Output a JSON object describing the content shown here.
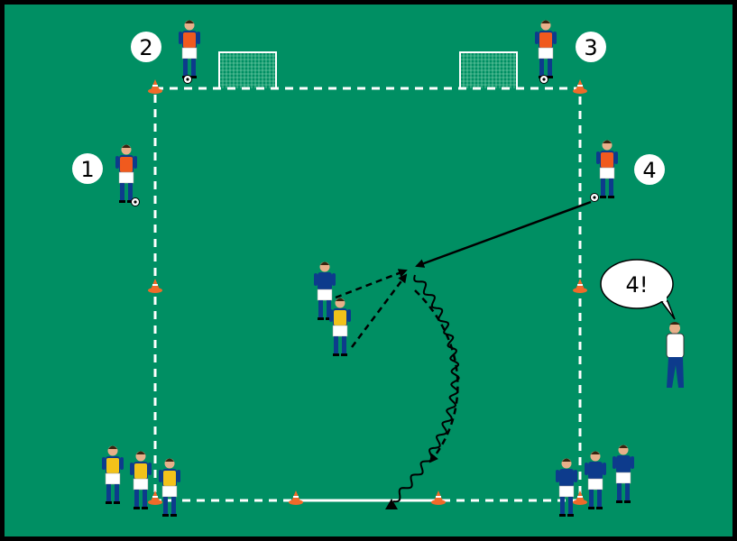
{
  "colors": {
    "pitch": "#008f63",
    "border": "#000000",
    "orange_bib": "#f05a1e",
    "yellow_bib": "#f2c21a",
    "kit_blue": "#0d3b8c",
    "cone": "#f06a2a"
  },
  "labels": {
    "one": "1",
    "two": "2",
    "three": "3",
    "four": "4"
  },
  "coach_call": "4!",
  "players": [
    {
      "role": "server-2",
      "bib": "orange"
    },
    {
      "role": "server-3",
      "bib": "orange"
    },
    {
      "role": "server-1",
      "bib": "orange"
    },
    {
      "role": "server-4",
      "bib": "orange"
    },
    {
      "role": "defender",
      "bib": "none"
    },
    {
      "role": "attacker",
      "bib": "yellow"
    },
    {
      "role": "waiting-yellow",
      "bib": "yellow"
    },
    {
      "role": "waiting-yellow",
      "bib": "yellow"
    },
    {
      "role": "waiting-yellow",
      "bib": "yellow"
    },
    {
      "role": "waiting-blue",
      "bib": "none"
    },
    {
      "role": "waiting-blue",
      "bib": "none"
    },
    {
      "role": "waiting-blue",
      "bib": "none"
    }
  ]
}
